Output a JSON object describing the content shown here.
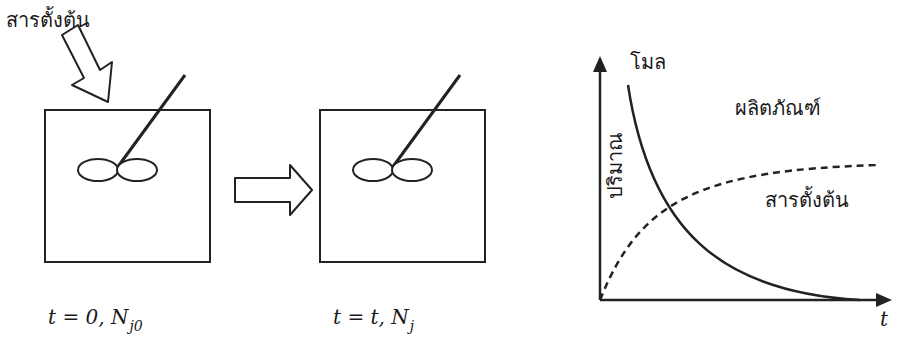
{
  "diagram": {
    "labels": [
      "สารตั้งต้น",
      "t = 0, N",
      "j0",
      "t = t, N",
      "j",
      "โมล",
      "ปริมาณ",
      "ผลิตภัณฑ์",
      "สารตั้งต้น",
      "t"
    ]
  }
}
